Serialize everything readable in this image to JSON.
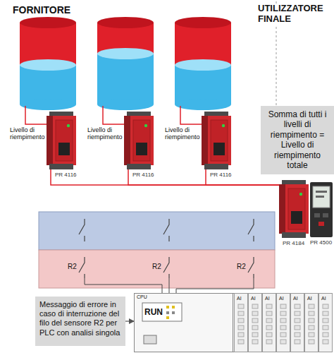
{
  "diagram": {
    "nodes": [
      {
        "text": [
          "PR 4116"
        ]
      },
      {
        "text": [
          "PR 4116"
        ]
      },
      {
        "text": [
          "PR 4116"
        ]
      },
      {
        "text": [
          "Somma di tutti i livelli di riempimento = Livello di riempimento totale"
        ]
      },
      {
        "text": [
          "PR 4184"
        ]
      },
      {
        "text": [
          "PR 4500"
        ]
      },
      {
        "text": [
          "Messaggio di errore in caso di interruzione del filo del sensore R2 per PLC con analisi singola"
        ]
      },
      {
        "text": [
          "CPU",
          "RUN",
          "AI",
          "AI",
          "AI",
          "AI",
          "AI",
          "AI",
          "AI"
        ]
      }
    ],
    "edges": [
      {
        "from": 0,
        "to": 4,
        "arrow": "none"
      },
      {
        "from": 1,
        "to": 4,
        "arrow": "none"
      },
      {
        "from": 2,
        "to": 4,
        "arrow": "none"
      },
      {
        "from": 6,
        "to": 7,
        "arrow": "to"
      }
    ],
    "labels": [
      "FORNITORE",
      "UTILIZZATORE FINALE",
      "Livello di riempimento",
      "Livello di riempimento",
      "Livello di riempimento",
      "R2",
      "R2",
      "R2"
    ]
  }
}
